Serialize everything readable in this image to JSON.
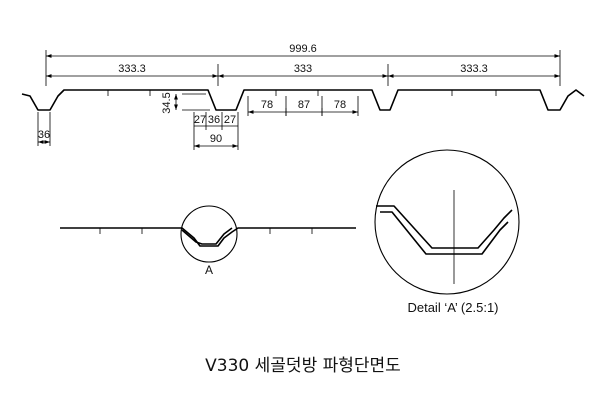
{
  "main_section": {
    "dims": {
      "total_width": "999.6",
      "left_span": "333.3",
      "mid_span": "333",
      "right_span": "333.3",
      "depth": "34.5",
      "bottom_left": "36",
      "rib_slope_left": "27",
      "rib_bottom": "36",
      "rib_slope_right": "27",
      "rib_width": "90",
      "flat_1": "78",
      "flat_2": "87",
      "flat_3": "78"
    }
  },
  "small_section": {
    "callout": "A"
  },
  "detail": {
    "caption": "Detail ‘A’ (2.5:1)"
  },
  "title": "V330 세골덧방 파형단면도"
}
